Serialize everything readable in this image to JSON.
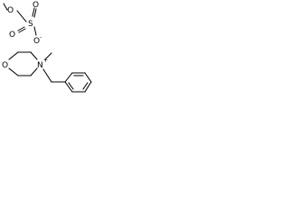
{
  "anion": {
    "methoxy_oxygen": "O",
    "sulfur": "S",
    "double_bond_oxygen_top": "O",
    "double_bond_oxygen_left": "O",
    "anionic_oxygen": "O",
    "anion_charge": "-"
  },
  "cation": {
    "ring_oxygen": "O",
    "ring_nitrogen": "N",
    "nitrogen_charge": "+"
  }
}
